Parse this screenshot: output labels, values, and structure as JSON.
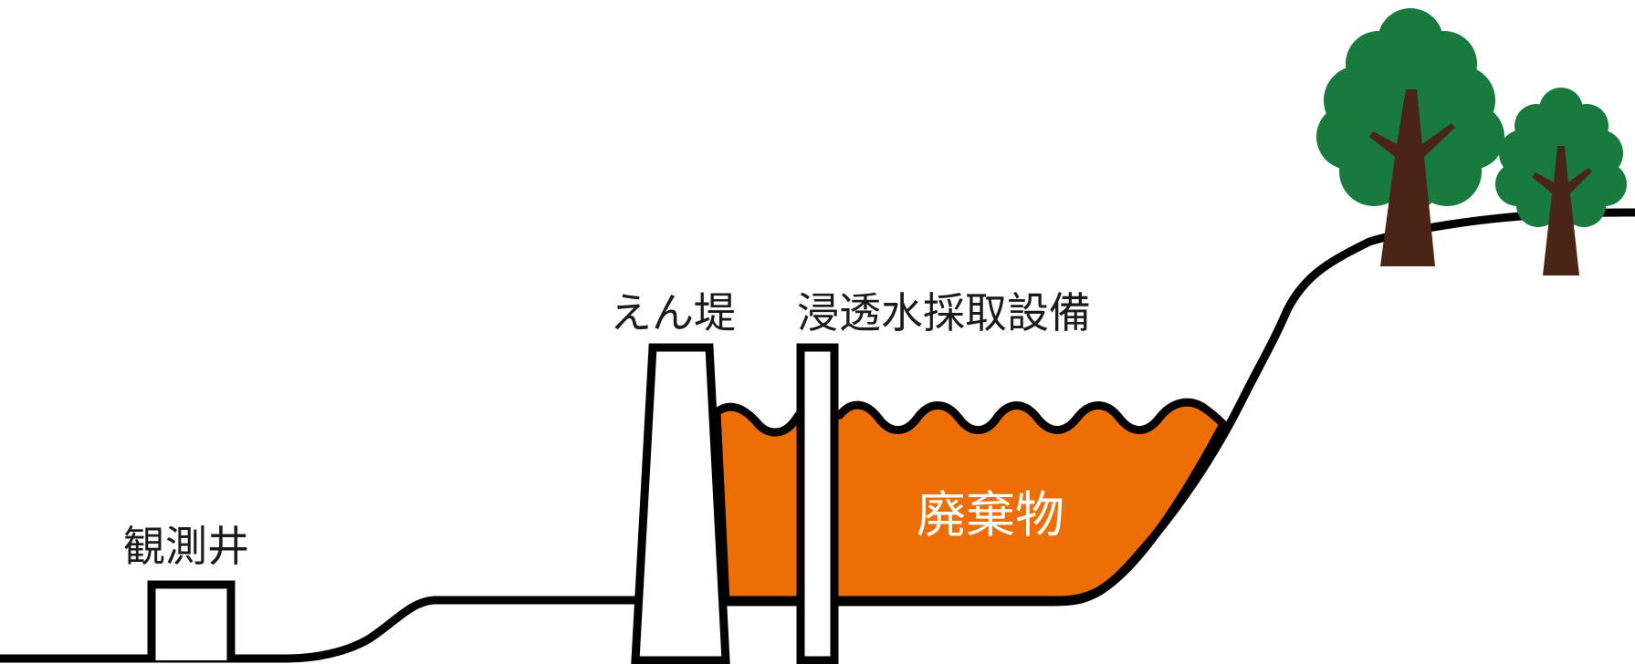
{
  "labels": {
    "observation_well": "観測井",
    "dam": "えん堤",
    "seepage_collection": "浸透水採取設備",
    "waste": "廃棄物"
  },
  "colors": {
    "waste_fill": "#ec6e05",
    "outline": "#000000",
    "tree_foliage": "#197a3e",
    "tree_trunk": "#4a2515",
    "waste_label": "#ffffff"
  }
}
